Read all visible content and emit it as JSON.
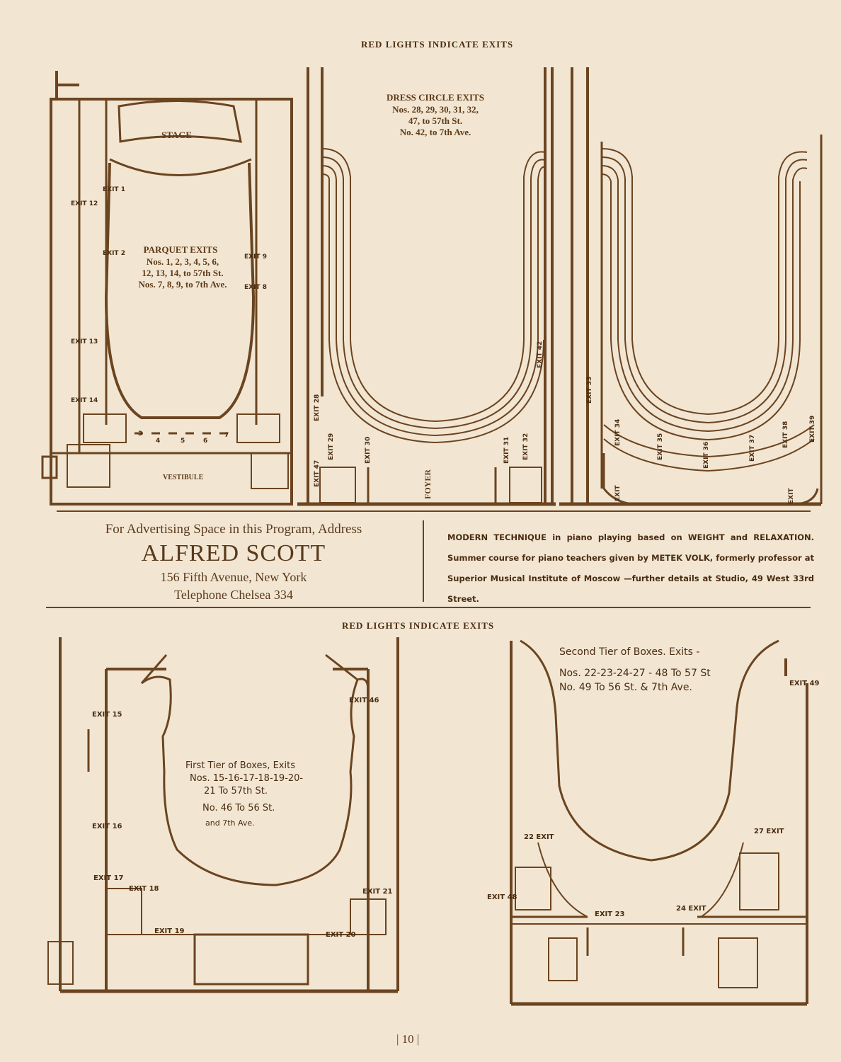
{
  "header_top": "RED LIGHTS INDICATE EXITS",
  "header_mid": "RED LIGHTS INDICATE EXITS",
  "parquet": {
    "stage": "STAGE",
    "title": "PARQUET EXITS",
    "line1": "Nos. 1, 2, 3, 4, 5, 6,",
    "line2": "12, 13, 14, to 57th St.",
    "line3": "Nos. 7, 8, 9, to 7th Ave.",
    "vestibule": "VESTIBULE"
  },
  "dress_circle": {
    "title": "DRESS CIRCLE EXITS",
    "line1": "Nos. 28, 29, 30, 31, 32,",
    "line2": "47, to 57th St.",
    "line3": "No. 42, to 7th Ave.",
    "foyer": "FOYER"
  },
  "ad_left": {
    "line1": "For Advertising Space in this Program, Address",
    "name": "ALFRED SCOTT",
    "address": "156 Fifth Avenue, New York",
    "phone": "Telephone Chelsea 334"
  },
  "ad_right": {
    "text": "MODERN TECHNIQUE in piano playing based on WEIGHT and RELAXATION. Summer course for piano teachers given by METEK VOLK, formerly professor at Superior Musical Institute of Moscow —further details at Studio, 49 West 33rd Street."
  },
  "first_tier": {
    "line1": "First Tier of Boxes, Exits",
    "line2": "Nos. 15-16-17-18-19-20-",
    "line3": "21 To 57th St.",
    "line4": "No. 46 To 56 St.",
    "line5": "and 7th Ave."
  },
  "second_tier": {
    "line1": "Second Tier of Boxes. Exits -",
    "line2": "Nos. 22-23-24-27 - 48 To 57 St",
    "line3": "No. 49 To 56 St. & 7th Ave."
  },
  "exits": {
    "e1": "EXIT 1",
    "e2": "EXIT 2",
    "e3": "3",
    "e4": "4",
    "e5": "5",
    "e6": "6",
    "e7": "7",
    "e8": "EXIT 8",
    "e9": "EXIT 9",
    "e12": "EXIT 12",
    "e13": "EXIT 13",
    "e14": "EXIT 14",
    "e15": "EXIT 15",
    "e16": "EXIT 16",
    "e17": "EXIT 17",
    "e18": "EXIT 18",
    "e19": "EXIT 19",
    "e20": "EXIT 20",
    "e21": "EXIT 21",
    "e22": "22 EXIT",
    "e23": "EXIT 23",
    "e24": "24 EXIT",
    "e27": "27 EXIT",
    "e28": "EXIT 28",
    "e29": "EXIT 29",
    "e30": "EXIT 30",
    "e31": "EXIT 31",
    "e32": "EXIT 32",
    "e33": "EXIT 33",
    "e34": "EXIT 34",
    "e35": "EXIT 35",
    "e36": "EXIT 36",
    "e37": "EXIT 37",
    "e38": "EXIT 38",
    "e39": "EXIT 39",
    "e42": "EXIT 42",
    "e46": "EXIT 46",
    "e47": "EXIT 47",
    "e48": "EXIT 48",
    "e49": "EXIT 49",
    "exit": "EXIT"
  },
  "page_number": "| 10 |",
  "colors": {
    "paper": "#f2e6d3",
    "ink": "#5e3a17"
  }
}
